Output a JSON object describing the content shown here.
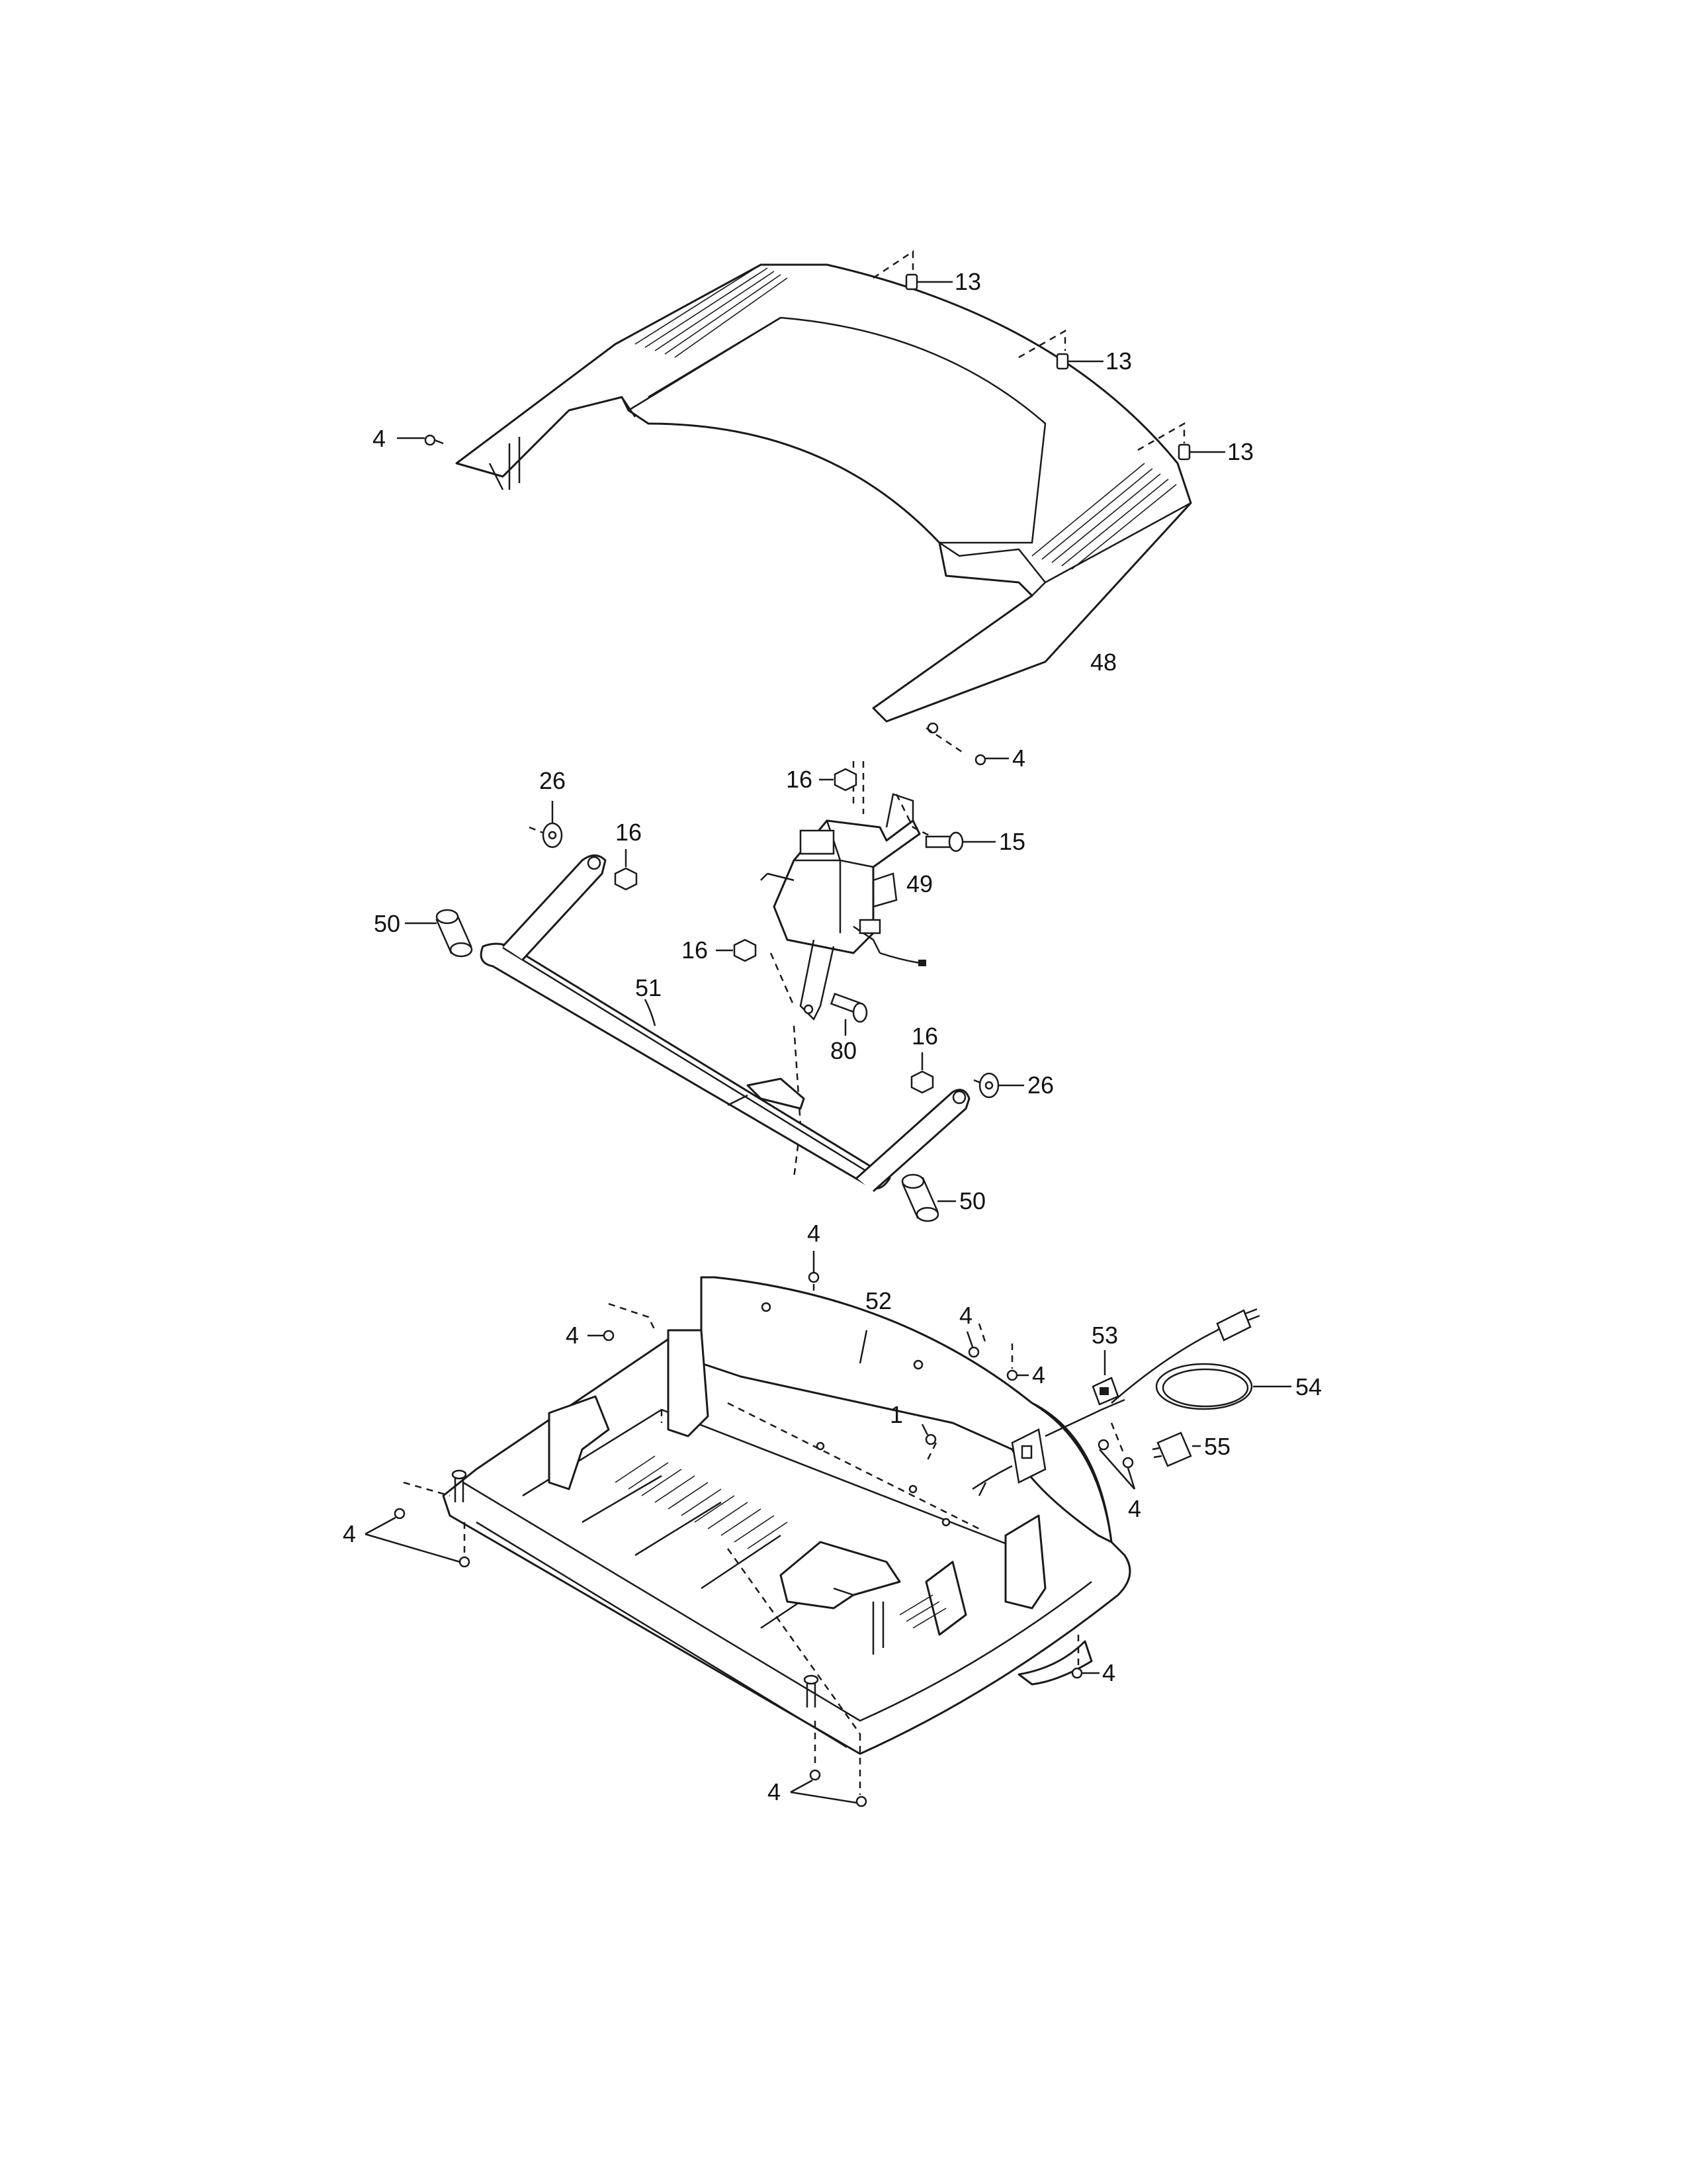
{
  "labels": {
    "c13a": "13",
    "c13b": "13",
    "c13c": "13",
    "c4a": "4",
    "c48": "48",
    "c4b": "4",
    "c26a": "26",
    "c16a": "16",
    "c16b": "16",
    "c15": "15",
    "c49": "49",
    "c50a": "50",
    "c16c": "16",
    "c51": "51",
    "c80": "80",
    "c16d": "16",
    "c26b": "26",
    "c50b": "50",
    "c4c": "4",
    "c52": "52",
    "c4d": "4",
    "c4e": "4",
    "c4f": "4",
    "c53": "53",
    "c54": "54",
    "c1": "1",
    "c55": "55",
    "c4g": "4",
    "c4h": "4",
    "c4i": "4",
    "c4j": "4"
  },
  "colors": {
    "ink": "#1a1a1a",
    "paper": "#ffffff"
  }
}
